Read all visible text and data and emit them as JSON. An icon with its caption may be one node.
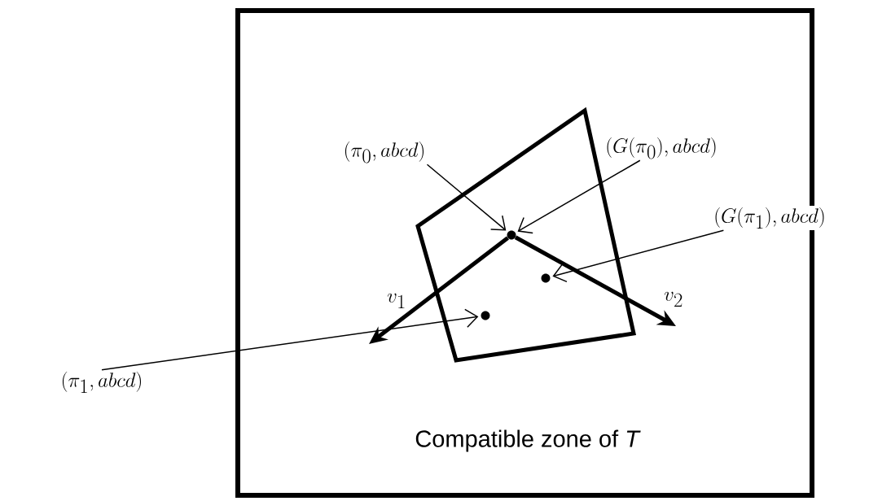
{
  "diagram": {
    "nodes": [
      {
        "text": [
          "Compatible zone of *T*"
        ]
      },
      {
        "text": [],
        "shape": "polygon",
        "in": 0
      },
      {
        "text": [],
        "shape": "circle",
        "in": 1
      },
      {
        "text": [],
        "shape": "circle",
        "in": 1
      },
      {
        "text": [],
        "shape": "circle",
        "in": 1
      },
      {
        "text": [
          "(\\pi_0, abcd)"
        ],
        "in": 0
      },
      {
        "text": [
          "(G(\\pi_0), abcd)"
        ],
        "in": 0
      },
      {
        "text": [
          "(G(\\pi_1), abcd)"
        ]
      },
      {
        "text": [
          "(\\pi_1, abcd)"
        ]
      }
    ],
    "edges": [
      {
        "from": 5,
        "to": 2,
        "arrow": "to"
      },
      {
        "from": 6,
        "to": 2,
        "arrow": "to"
      },
      {
        "from": 7,
        "to": 3,
        "arrow": "to"
      },
      {
        "from": 8,
        "to": 4,
        "arrow": "to"
      },
      {
        "from": 2,
        "to": null,
        "arrow": "to",
        "label": "v_1",
        "style": "thick"
      },
      {
        "from": 2,
        "to": null,
        "arrow": "to",
        "label": "v_2",
        "style": "thick"
      }
    ]
  }
}
